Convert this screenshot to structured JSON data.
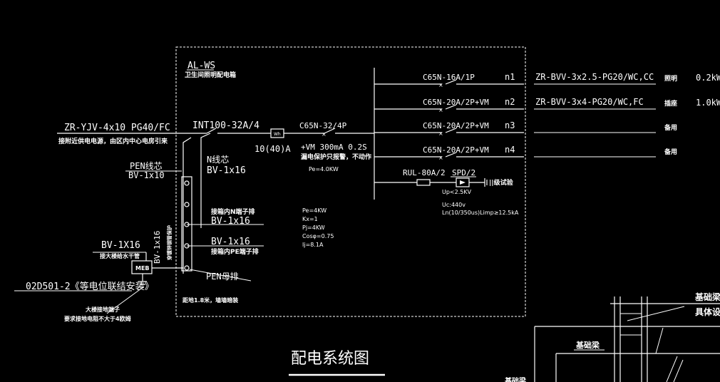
{
  "panel": {
    "name": "AL-WS",
    "desc": "卫生间照明配电箱",
    "mounting": "距地1.8米，墙墙暗装"
  },
  "incoming": {
    "cable": "ZR-YJV-4x10 PG40/FC",
    "source": "接附近供电电源，由区内中心电房引来",
    "main_switch": "INT100-32A/4",
    "meter": "Wh",
    "meter_rating": "10(40)A",
    "rcd": "C65N-32/4P",
    "rcd_spec": "+VM 300mA 0.2S",
    "rcd_note": "漏电保护只报警，不动作",
    "rcd_pe": "Pe=4.0KW"
  },
  "load_calc": {
    "pe": "Pe=4KW",
    "kx": "Kx=1",
    "pj": "Pj=4KW",
    "cos": "Cosφ=0.75",
    "ij": "Ij=8.1A"
  },
  "circuits": [
    {
      "breaker": "C65N-16A/1P",
      "id": "n1",
      "cable": "ZR-BVV-3x2.5-PG20/WC,CC",
      "use": "照明",
      "power": "0.2kW"
    },
    {
      "breaker": "C65N-20A/2P+VM",
      "id": "n2",
      "cable": "ZR-BVV-3x4-PG20/WC,FC",
      "use": "插座",
      "power": "1.0kW"
    },
    {
      "breaker": "C65N-20A/2P+VM",
      "id": "n3",
      "cable": "",
      "use": "备用",
      "power": ""
    },
    {
      "breaker": "C65N-20A/2P+VM",
      "id": "n4",
      "cable": "",
      "use": "备用",
      "power": ""
    }
  ],
  "spd": {
    "breaker": "RUL-80A/2",
    "name": "SPD/2",
    "grade": "||级试验",
    "up": "Up<2.5KV",
    "uc": "Uc:440v",
    "ln": "Ln(10/350us)Limp≥12.5kA"
  },
  "busbars": {
    "pen_main": "PEN线芯",
    "pen_main_cable": "BV-1x10",
    "n_core": "N线芯",
    "n_core_cable": "BV-1x16",
    "n_bar": "接箱内N端子排",
    "n_bar_cable": "BV-1x16",
    "pe_bar_cable": "BV-1x16",
    "pe_bar": "接箱内PE端子排",
    "pen_bar": "PEN母排",
    "vertical_cable": "BV-1x16",
    "vertical_note": "穿镀锌钢管保护"
  },
  "earthing": {
    "water_cable": "BV-1X16",
    "water_note": "接大楼给水干管",
    "meb": "MEB",
    "standard": "02D501-2《等电位联结安装》",
    "earth_terminal": "大楼接地端子",
    "earth_note": "要求接地电阻不大于4欧姆"
  },
  "title": "配电系统图",
  "detail": {
    "label1": "基础梁",
    "label2": "具体设",
    "label3": "基础梁",
    "label4": "基础梁"
  }
}
